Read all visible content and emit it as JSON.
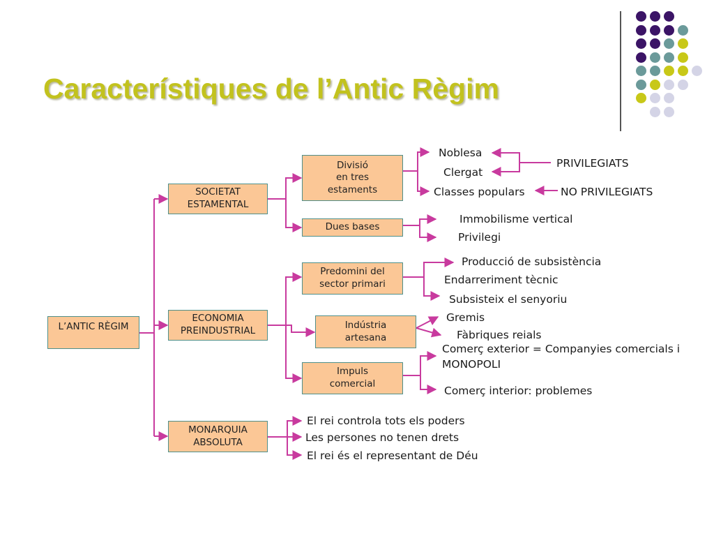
{
  "slide": {
    "title": "Característiques de l’Antic Règim",
    "accent_color": "#c2c21e",
    "box_fill": "#fbc796",
    "box_border": "#4e8f8a",
    "connector_color": "#c83a9e",
    "decoration_colors": [
      "#3b1466",
      "#6b9a9a",
      "#c8c818",
      "#d4d4e6"
    ]
  },
  "diagram": {
    "root": "L’ANTIC RÈGIM",
    "societat": {
      "label": "SOCIETAT\nESTAMENTAL",
      "divisio": "Divisió\nen tres\nestaments",
      "noblesa": "Noblesa",
      "clergat": "Clergat",
      "classes_populars": "Classes populars",
      "privilegiats": "PRIVILEGIATS",
      "no_privilegiats": "NO PRIVILEGIATS",
      "dues_bases": "Dues bases",
      "immobilisme": "Immobilisme vertical",
      "privilegi": "Privilegi"
    },
    "economia": {
      "label": "ECONOMIA\nPREINDUSTRIAL",
      "predomini": "Predomini del\nsector primari",
      "produccio": "Producció de subsistència",
      "endarreriment": "Endarreriment tècnic",
      "subsisteix": "Subsisteix el senyoriu",
      "industria": "Indústria\nartesana",
      "gremis": "Gremis",
      "fabriques": "Fàbriques reials",
      "impuls": "Impuls\ncomercial",
      "comerc_exterior": "Comerç exterior = Companyies comercials i\nMONOPOLI",
      "comerc_interior": "Comerç interior: problemes"
    },
    "monarquia": {
      "label": "MONARQUIA\nABSOLUTA",
      "rei_controla": "El rei controla tots els poders",
      "persones": "Les persones no tenen drets",
      "rei_representant": "El rei és el representant de Déu"
    }
  }
}
